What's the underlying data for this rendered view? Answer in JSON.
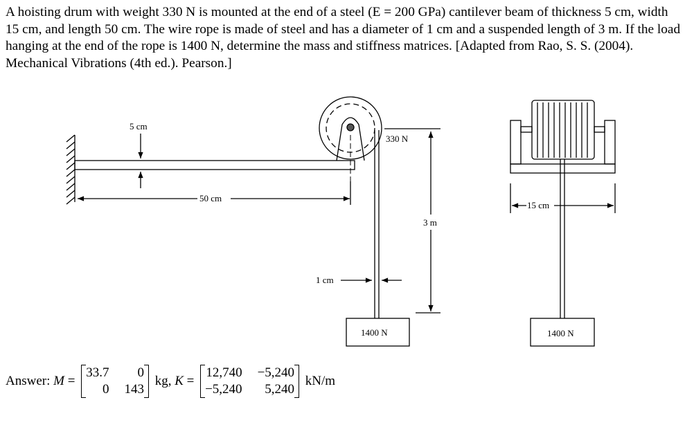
{
  "problem": {
    "text": "A hoisting drum with weight 330 N is mounted at the end of a steel (E = 200 GPa) cantilever beam of thickness 5 cm, width 15 cm, and length 50 cm. The wire rope is made of steel and has a diameter of 1 cm and a suspended length of 3 m. If the load hanging at the end of the rope is 1400 N, determine the mass and stiffness matrices. [Adapted from Rao, S. S. (2004). Mechanical Vibrations (4th ed.). Pearson.]"
  },
  "diagram": {
    "thickness_label": "5 cm",
    "length_label": "50 cm",
    "drum_weight_label": "330 N",
    "rope_length_label": "3 m",
    "rope_diameter_label": "1 cm",
    "load_label": "1400 N",
    "width_label": "15 cm",
    "load_label_side": "1400 N"
  },
  "answer": {
    "prefix": "Answer: ",
    "m_symbol": "M",
    "eq": " = ",
    "M": [
      "33.7",
      "0",
      "0",
      "143"
    ],
    "m_unit": " kg, ",
    "k_symbol": "K",
    "K": [
      "12,740",
      "−5,240",
      "−5,240",
      "5,240"
    ],
    "k_unit": " kN/m"
  }
}
